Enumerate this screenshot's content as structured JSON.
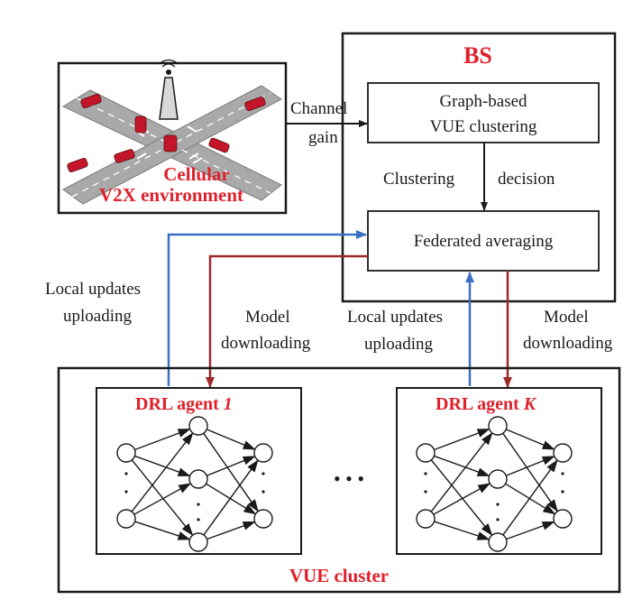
{
  "colors": {
    "red_text": "#e0202a",
    "upload_arrow": "#3a6fc4",
    "download_arrow": "#9b2a2a",
    "box_stroke": "#1a1a1a",
    "road": "#9a9a9a"
  },
  "environment": {
    "line1": "Cellular",
    "line2": "V2X environment"
  },
  "channel_gain": {
    "line1": "Channel",
    "line2": "gain"
  },
  "bs": {
    "title": "BS",
    "clustering_box": {
      "line1": "Graph-based",
      "line2": "VUE clustering"
    },
    "decision_label_left": "Clustering",
    "decision_label_right": "decision",
    "fedavg_box": "Federated averaging"
  },
  "links_left": {
    "upload_line1": "Local updates",
    "upload_line2": "uploading",
    "download_line1": "Model",
    "download_line2": "downloading"
  },
  "links_right": {
    "upload_line1": "Local updates",
    "upload_line2": "uploading",
    "download_line1": "Model",
    "download_line2": "downloading"
  },
  "cluster": {
    "label": "VUE cluster",
    "agent1_prefix": "DRL agent ",
    "agent1_index": "1",
    "agentK_prefix": "DRL agent ",
    "agentK_index": "K",
    "ellipsis": "• • •"
  }
}
